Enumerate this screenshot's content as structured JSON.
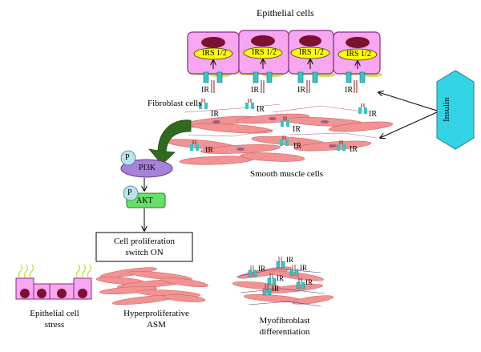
{
  "labels": {
    "epithelial_cells": "Epithelial cells",
    "fibroblast_cells": "Fibroblast cells",
    "smooth_muscle_cells": "Smooth muscle cells",
    "insulin": "Insulin",
    "irs": "IRS 1/2",
    "ir": "IR",
    "p": "P",
    "pi3k": "PI3K",
    "akt": "AKT",
    "cell_proliferation_line1": "Cell  proliferation",
    "cell_proliferation_line2": "switch ON",
    "epithelial_cell_stress_line1": "Epithelial cell",
    "epithelial_cell_stress_line2": "stress",
    "hyperproliferative_line1": "Hyperproliferative",
    "hyperproliferative_line2": "ASM",
    "myofibroblast_line1": "Myofibroblast",
    "myofibroblast_line2": "differentiation"
  },
  "colors": {
    "cell_fill": "#f7a6f0",
    "cell_stroke": "#8a2a86",
    "nucleus": "#7d1030",
    "irs_fill": "#ffff00",
    "receptor": "#33c7c7",
    "insulin_fill": "#33d3e6",
    "pi3k_fill": "#a782d8",
    "akt_fill": "#66e066",
    "p_fill": "#b9e4ee",
    "arrow_green": "#2f6b1e",
    "muscle_fill": "#f08080",
    "cilia": "#c8e052"
  }
}
